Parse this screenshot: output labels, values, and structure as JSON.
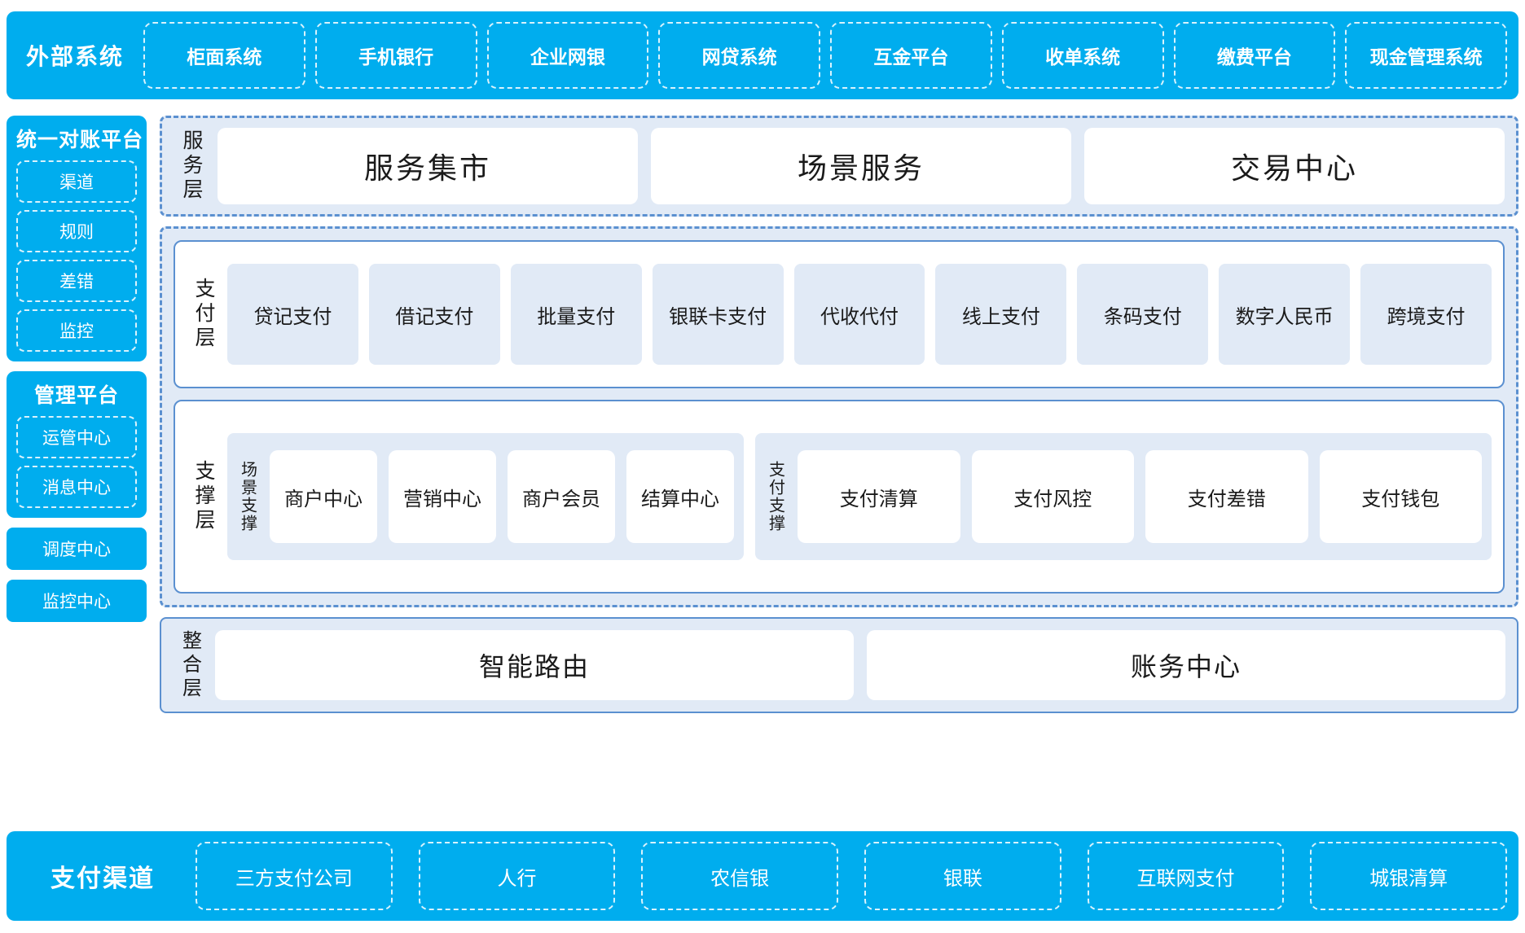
{
  "external": {
    "title": "外部系统",
    "items": [
      "柜面系统",
      "手机银行",
      "企业网银",
      "网贷系统",
      "互金平台",
      "收单系统",
      "缴费平台",
      "现金管理系统"
    ]
  },
  "left": {
    "reconcile": {
      "title": "统一对账平台",
      "items": [
        "渠道",
        "规则",
        "差错",
        "监控"
      ]
    },
    "manage": {
      "title": "管理平台",
      "items": [
        "运管中心",
        "消息中心"
      ]
    },
    "standalone": [
      "调度中心",
      "监控中心"
    ]
  },
  "service_layer": {
    "label": "服务层",
    "cards": [
      "服务集市",
      "场景服务",
      "交易中心"
    ]
  },
  "payment_layer": {
    "label": "支付层",
    "tiles": [
      "贷记支付",
      "借记支付",
      "批量支付",
      "银联卡支付",
      "代收代付",
      "线上支付",
      "条码支付",
      "数字人民币",
      "跨境支付"
    ]
  },
  "support_layer": {
    "label": "支撑层",
    "groups": [
      {
        "label": "场景支撑",
        "tiles": [
          "商户中心",
          "营销中心",
          "商户会员",
          "结算中心"
        ]
      },
      {
        "label": "支付支撑",
        "tiles": [
          "支付清算",
          "支付风控",
          "支付差错",
          "支付钱包"
        ]
      }
    ]
  },
  "integration_layer": {
    "label": "整合层",
    "cards": [
      "智能路由",
      "账务中心"
    ]
  },
  "channels": {
    "title": "支付渠道",
    "items": [
      "三方支付公司",
      "人行",
      "农信银",
      "银联",
      "互联网支付",
      "城银清算"
    ]
  },
  "colors": {
    "cyan": "#00adee",
    "light_blue": "#e1eaf6",
    "border_blue": "#5b90d0",
    "white": "#ffffff"
  }
}
